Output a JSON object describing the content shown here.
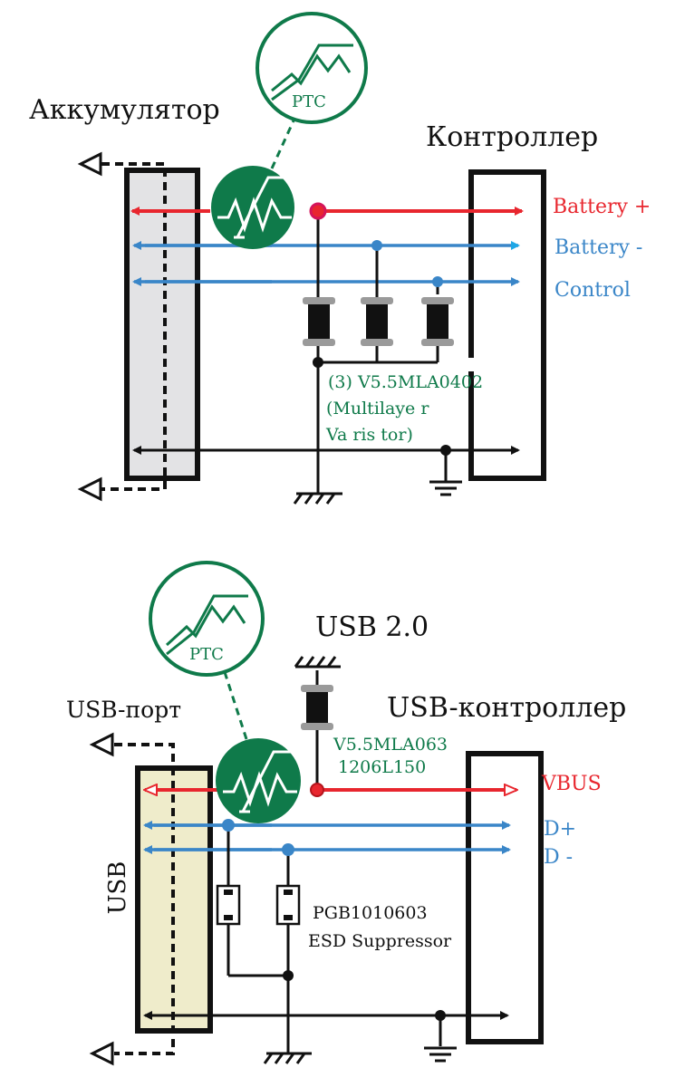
{
  "colors": {
    "red": "#e8262e",
    "blue": "#3a86c8",
    "cyan": "#1ea7e6",
    "green": "#0f7a4a",
    "black": "#111111",
    "battery_fill": "#e3e3e5",
    "usb_fill": "#efeccb"
  },
  "top": {
    "left_title": "Аккумулятор",
    "right_title": "Контроллер",
    "ptc_callout": "PTC",
    "signals": {
      "battery_plus": "Battery +",
      "battery_minus": "Battery -",
      "control": "Control"
    },
    "varistor_note": {
      "line1": "(3) V5.5MLA0402",
      "line2": "(Multilaye r",
      "line3": "Va ris tor)"
    }
  },
  "bottom": {
    "title": "USB 2.0",
    "left_title": "USB-порт",
    "right_title": "USB-контроллер",
    "ptc_callout": "PTC",
    "connector_label": "USB",
    "varistor_note": {
      "line1": "V5.5MLA063",
      "line2": "1206L150"
    },
    "signals": {
      "vbus": "VBUS",
      "d_plus": "D+",
      "d_minus": "D -"
    },
    "esd_note": {
      "line1": "PGB1010603",
      "line2": "ESD Suppressor"
    }
  }
}
